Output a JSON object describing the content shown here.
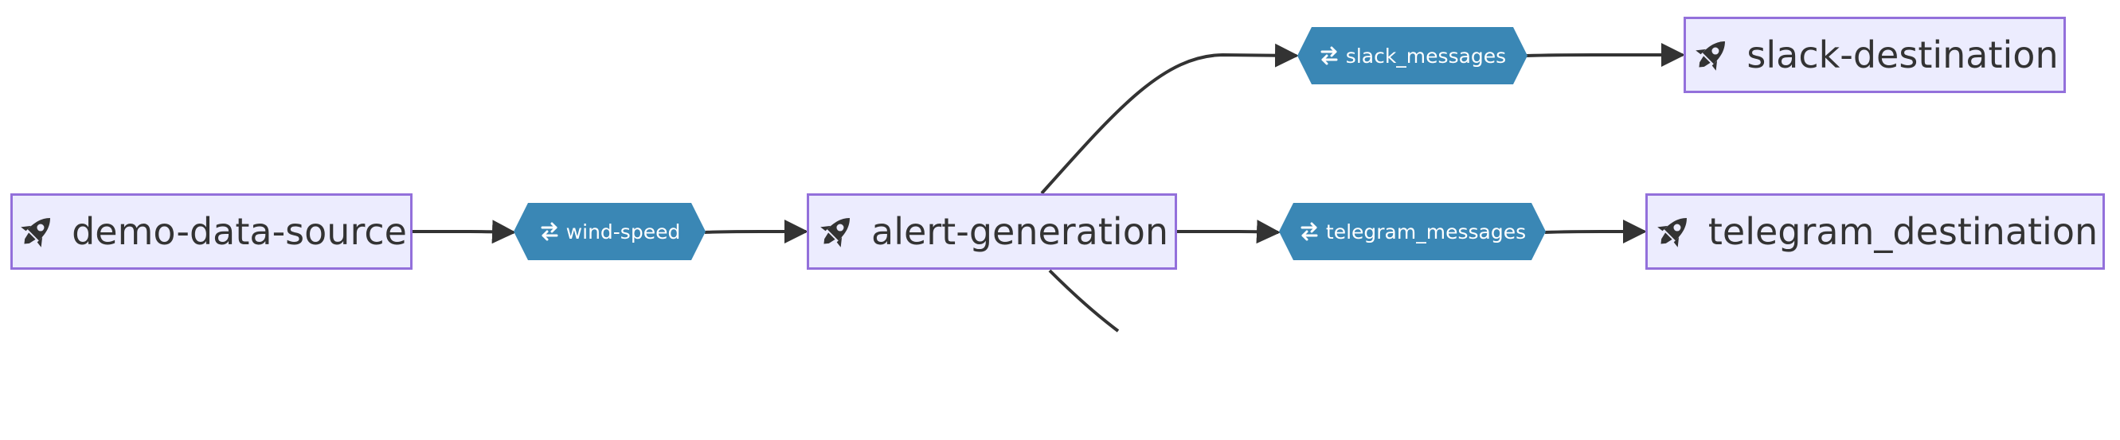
{
  "colors": {
    "node_fill": "#ececfe",
    "node_border": "#9370db",
    "topic_fill": "#3a87b5",
    "edge": "#333333",
    "text": "#333333"
  },
  "nodes": {
    "demo_data_source": {
      "label": "demo-data-source",
      "icon": "rocket-icon"
    },
    "alert_generation": {
      "label": "alert-generation",
      "icon": "rocket-icon"
    },
    "slack_destination": {
      "label": "slack-destination",
      "icon": "rocket-icon"
    },
    "telegram_destination": {
      "label": "telegram_destination",
      "icon": "rocket-icon"
    }
  },
  "topics": {
    "wind_speed": {
      "label": "wind-speed",
      "icon": "exchange-icon"
    },
    "slack_messages": {
      "label": "slack_messages",
      "icon": "exchange-icon"
    },
    "telegram_messages": {
      "label": "telegram_messages",
      "icon": "exchange-icon"
    }
  },
  "edges": [
    {
      "from": "demo-data-source",
      "to": "wind-speed"
    },
    {
      "from": "wind-speed",
      "to": "alert-generation"
    },
    {
      "from": "alert-generation",
      "to": "slack_messages"
    },
    {
      "from": "alert-generation",
      "to": "telegram_messages"
    },
    {
      "from": "alert-generation",
      "to": "(off-canvas)"
    },
    {
      "from": "slack_messages",
      "to": "slack-destination"
    },
    {
      "from": "telegram_messages",
      "to": "telegram_destination"
    }
  ]
}
